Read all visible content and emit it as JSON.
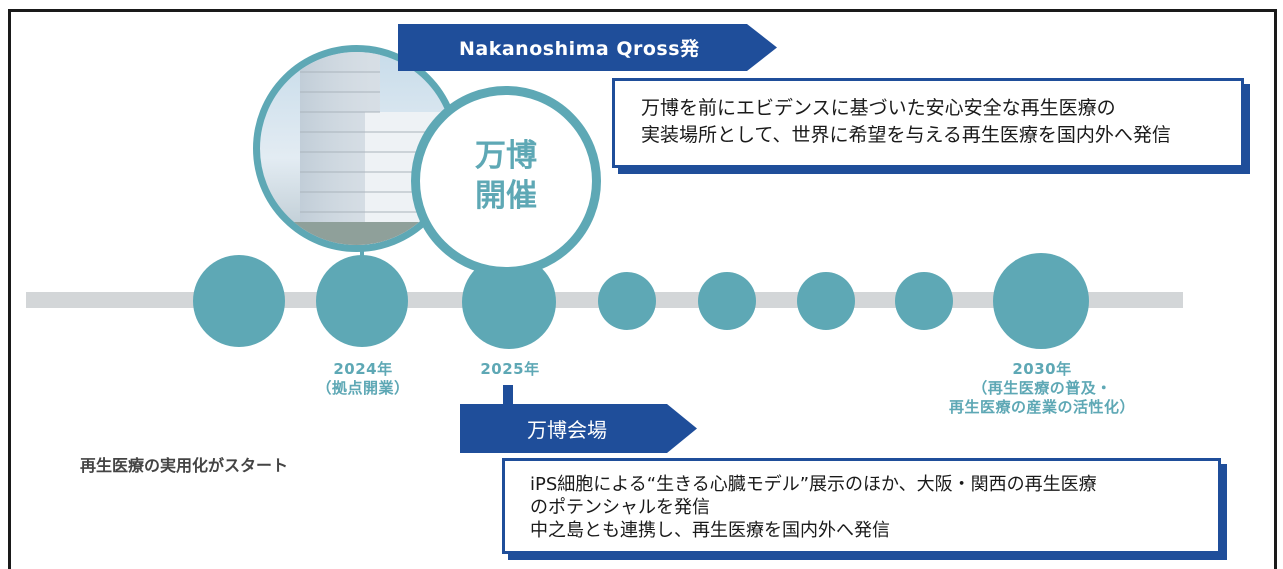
{
  "colors": {
    "teal": "#5ea8b5",
    "navy": "#1f4e9a",
    "timeline_grey": "#d3d6d8",
    "text_dark": "#1a1a1a"
  },
  "banner_qross": "Nakanoshima Qross発",
  "banner_venue": "万博会場",
  "expo_circle": {
    "line1": "万博",
    "line2": "開催"
  },
  "top_box": {
    "line1": "万博を前にエビデンスに基づいた安心安全な再生医療の",
    "line2": "実装場所として、世界に希望を与える再生医療を国内外へ発信"
  },
  "bottom_box": {
    "line1": "iPS細胞による“生きる心臓モデル”展示のほか、大阪・関西の再生医療",
    "line2": "のポテンシャルを発信",
    "line3": "中之島とも連携し、再生医療を国内外へ発信"
  },
  "years": {
    "y2024": {
      "label": "2024年",
      "sub": "（拠点開業）"
    },
    "y2025": {
      "label": "2025年"
    },
    "y2030": {
      "label": "2030年",
      "sub1": "（再生医療の普及・",
      "sub2": "再生医療の産業の活性化）"
    }
  },
  "left_caption": "再生医療の実用化がスタート"
}
